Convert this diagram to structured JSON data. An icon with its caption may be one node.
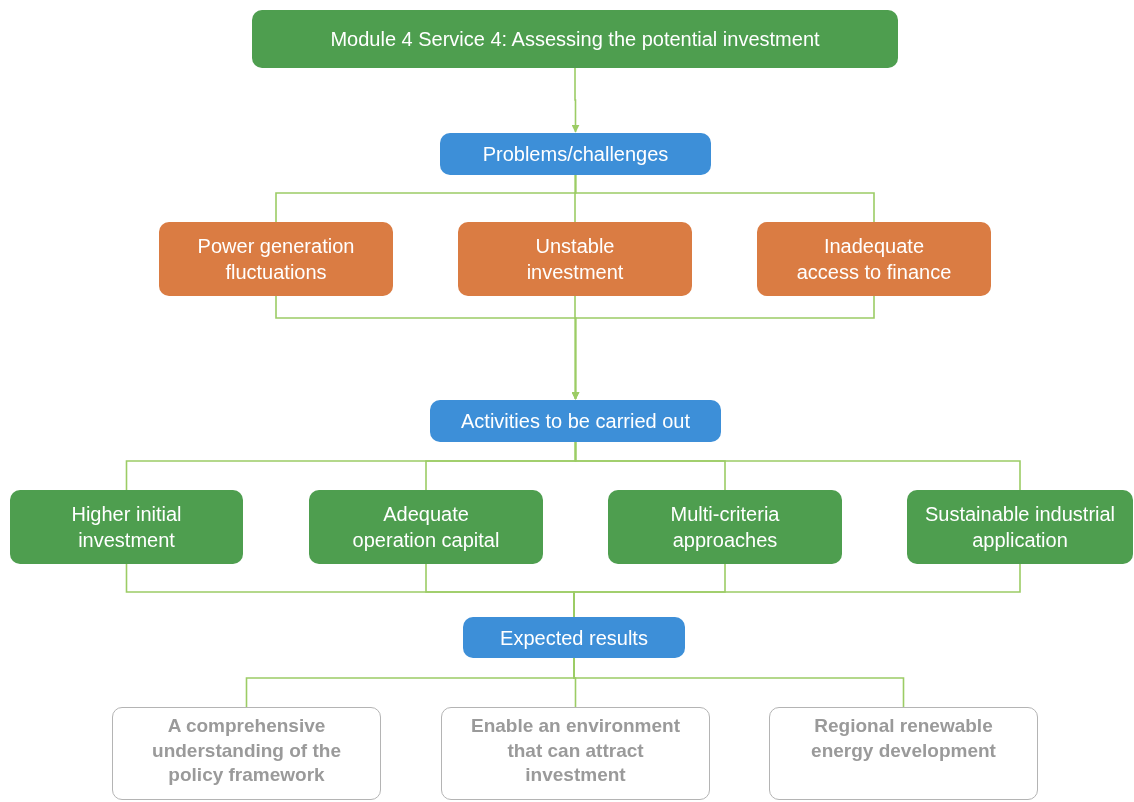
{
  "diagram": {
    "nodes": [
      {
        "text": [
          "Module 4 Service 4: Assessing the potential investment"
        ]
      },
      {
        "text": [
          "Problems/challenges"
        ]
      },
      {
        "text": [
          "Power generation fluctuations"
        ]
      },
      {
        "text": [
          "Unstable investment"
        ]
      },
      {
        "text": [
          "Inadequate access to finance"
        ]
      },
      {
        "text": [
          "Activities to be carried out"
        ]
      },
      {
        "text": [
          "Higher initial investment"
        ]
      },
      {
        "text": [
          "Adequate operation capital"
        ]
      },
      {
        "text": [
          "Multi-criteria approaches"
        ]
      },
      {
        "text": [
          "Sustainable industrial application"
        ]
      },
      {
        "text": [
          "Expected results"
        ]
      },
      {
        "text": [
          "A comprehensive understanding of the policy framework"
        ]
      },
      {
        "text": [
          "Enable an environment that can attract investment"
        ]
      },
      {
        "text": [
          "Regional renewable energy development"
        ]
      }
    ],
    "edges": [
      {
        "from": 0,
        "to": 1,
        "arrow": "to"
      },
      {
        "from": 1,
        "to": 2,
        "arrow": "none"
      },
      {
        "from": 1,
        "to": 3,
        "arrow": "none"
      },
      {
        "from": 1,
        "to": 4,
        "arrow": "none"
      },
      {
        "from": 2,
        "to": 5,
        "arrow": "to"
      },
      {
        "from": 3,
        "to": 5,
        "arrow": "to"
      },
      {
        "from": 4,
        "to": 5,
        "arrow": "to"
      },
      {
        "from": 5,
        "to": 6,
        "arrow": "none"
      },
      {
        "from": 5,
        "to": 7,
        "arrow": "none"
      },
      {
        "from": 5,
        "to": 8,
        "arrow": "none"
      },
      {
        "from": 5,
        "to": 9,
        "arrow": "none"
      },
      {
        "from": 6,
        "to": 10,
        "arrow": "none"
      },
      {
        "from": 7,
        "to": 10,
        "arrow": "none"
      },
      {
        "from": 8,
        "to": 10,
        "arrow": "none"
      },
      {
        "from": 9,
        "to": 10,
        "arrow": "none"
      },
      {
        "from": 10,
        "to": 11,
        "arrow": "none"
      },
      {
        "from": 10,
        "to": 12,
        "arrow": "none"
      },
      {
        "from": 10,
        "to": 13,
        "arrow": "none"
      }
    ]
  }
}
